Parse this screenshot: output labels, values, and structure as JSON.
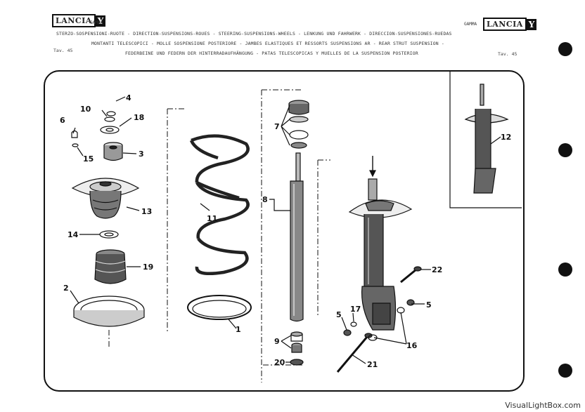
{
  "header": {
    "brand": "LANCIA",
    "brand_mark": "Y",
    "model_left": "GAMMA",
    "model_right": "GAMMA",
    "line1": "STERZO-SOSPENSIONI-RUOTE  -  DIRECTION-SUSPENSIONS-ROUES  -  STEERING-SUSPENSIONS-WHEELS  -  LENKUNG UND FAHRWERK  -  DIRECCION-SUSPENSIONES-RUEDAS",
    "line2": "MONTANTI TELESCOPICI - MOLLE SOSPENSIONE POSTERIORE  -  JAMBES ELASTIQUES ET RESSORTS SUSPENSIONS AR  -  REAR STRUT SUSPENSION  -",
    "line3": "FEDERBEINE UND FEDERN DER HINTERRADAUFHÄNGUNG  -  PATAS TELESCOPICAS Y MUELLES DE LA SUSPENSION POSTERIOR",
    "tav_left": "Tav. 45",
    "tav_right": "Tav. 45"
  },
  "callouts": {
    "c1": "1",
    "c2": "2",
    "c3": "3",
    "c4": "4",
    "c5a": "5",
    "c5b": "5",
    "c6": "6",
    "c7": "7",
    "c8": "8",
    "c9": "9",
    "c10": "10",
    "c11": "11",
    "c12": "12",
    "c13": "13",
    "c14": "14",
    "c15": "15",
    "c16": "16",
    "c17": "17",
    "c18": "18",
    "c19": "19",
    "c20": "20",
    "c21": "21",
    "c22": "22"
  },
  "watermark": "VisualLightBox.com",
  "icons": [
    "lancia-logo-icon",
    "binder-hole-icon"
  ]
}
